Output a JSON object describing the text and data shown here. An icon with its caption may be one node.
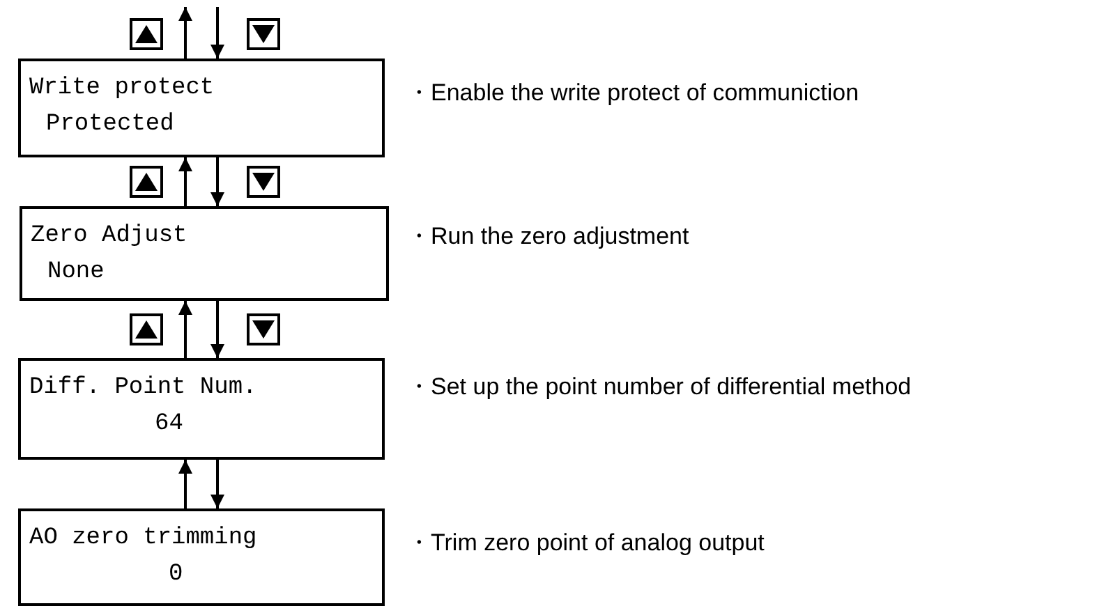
{
  "diagram": {
    "nodes": [
      {
        "text": [
          "Write protect",
          "Protected"
        ],
        "beside": [
          "・Enable the write protect of communiction"
        ]
      },
      {
        "text": [
          "Zero Adjust",
          "None"
        ],
        "beside": [
          "・Run the zero adjustment"
        ]
      },
      {
        "text": [
          "Diff. Point Num.",
          "64"
        ],
        "beside": [
          "・Set up the point number of differential method"
        ]
      },
      {
        "text": [
          "AO zero trimming",
          "0"
        ],
        "beside": [
          "・Trim zero point of analog output"
        ]
      }
    ],
    "edges": [
      {
        "from": 0,
        "to": null,
        "arrow": "to"
      },
      {
        "from": null,
        "to": 0,
        "arrow": "to"
      },
      {
        "from": 1,
        "to": 0,
        "arrow": "to"
      },
      {
        "from": 0,
        "to": 1,
        "arrow": "to"
      },
      {
        "from": 2,
        "to": 1,
        "arrow": "to"
      },
      {
        "from": 1,
        "to": 2,
        "arrow": "to"
      },
      {
        "from": 3,
        "to": 2,
        "arrow": "to"
      },
      {
        "from": 2,
        "to": 3,
        "arrow": "to"
      }
    ]
  }
}
